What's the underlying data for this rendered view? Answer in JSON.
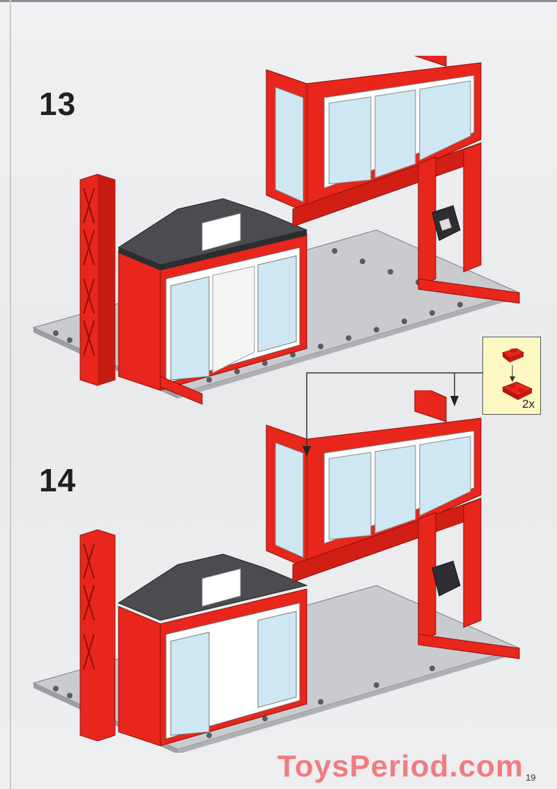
{
  "page": {
    "page_number": "19",
    "watermark": "ToysPeriod.com"
  },
  "steps": [
    {
      "number": "13",
      "description": "Assembled fire station: grey baseplate, red lattice pillar, black-roofed building with windows, raised red window frame with telephone"
    },
    {
      "number": "14",
      "description": "Same model with two red 1x1 plates added on top of the upper window frame"
    }
  ],
  "callout": {
    "quantity": "2x",
    "parts": [
      "red 1x1 plate",
      "red 1x2 plate"
    ],
    "background": "#fdf8c2"
  },
  "colors": {
    "brick_red": "#e8261c",
    "dark_red_shade": "#b3170f",
    "roof_dark_grey": "#4a4c50",
    "baseplate_grey": "#c9cbcf",
    "window_blue": "#cfe7f2",
    "window_frame_white": "#ffffff",
    "watermark_pink": "#f07c80",
    "step_number": "#1e2022"
  }
}
